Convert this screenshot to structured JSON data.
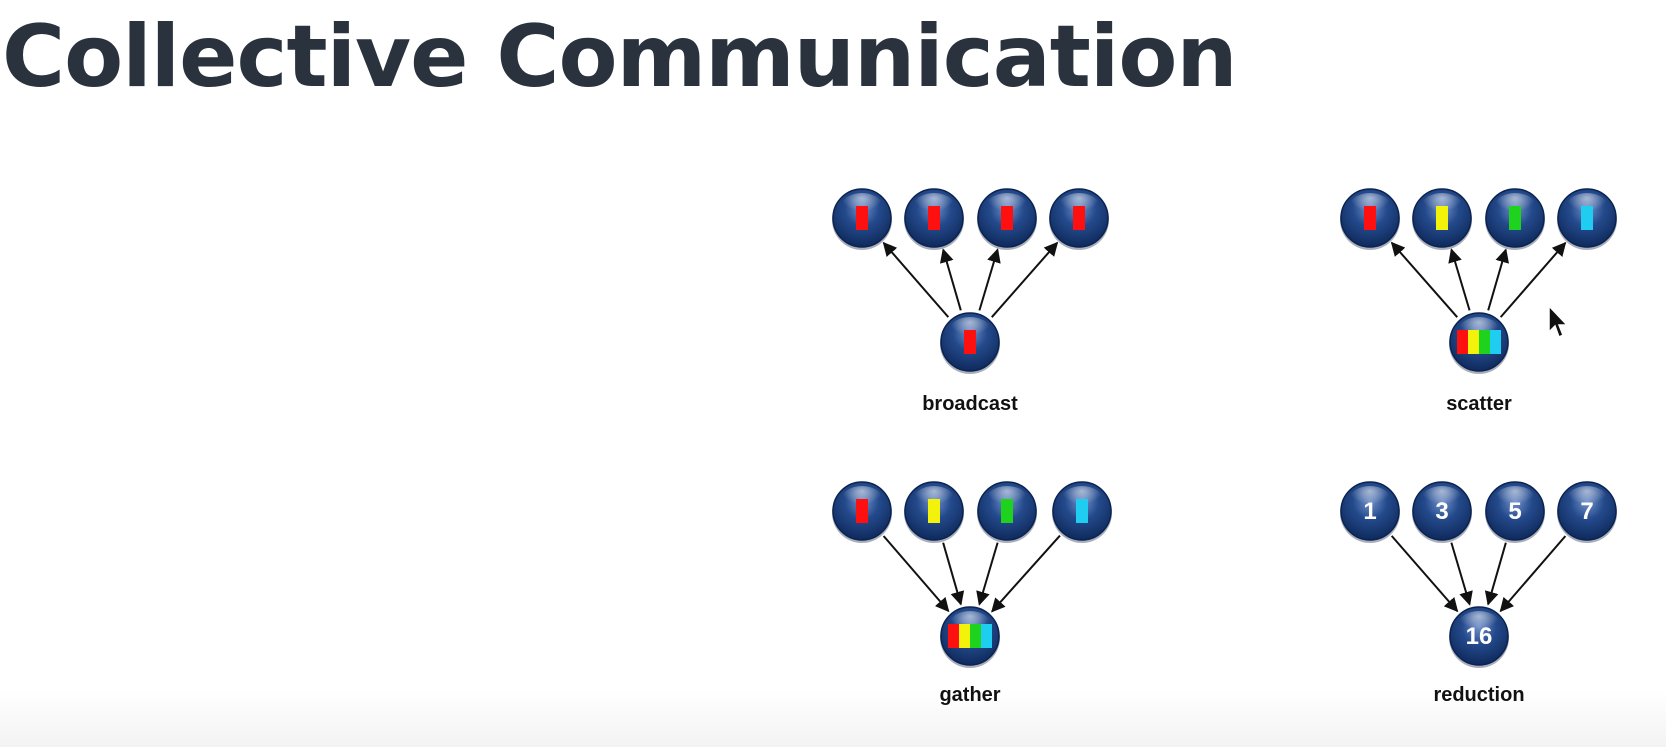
{
  "title": "Collective Communication",
  "colors": {
    "node_dark": "#0f2a5c",
    "node_light": "#6f8fc8",
    "arrow": "#111111",
    "red": "#ff1010",
    "yellow": "#f2f20a",
    "green": "#1ed21e",
    "cyan": "#1ecdf0"
  },
  "diagrams": [
    {
      "id": "broadcast",
      "label": "broadcast",
      "direction": "up",
      "top_nodes": [
        {
          "blocks": [
            "red"
          ]
        },
        {
          "blocks": [
            "red"
          ]
        },
        {
          "blocks": [
            "red"
          ]
        },
        {
          "blocks": [
            "red"
          ]
        }
      ],
      "center_node": {
        "blocks": [
          "red"
        ]
      }
    },
    {
      "id": "scatter",
      "label": "scatter",
      "direction": "up",
      "top_nodes": [
        {
          "blocks": [
            "red"
          ]
        },
        {
          "blocks": [
            "yellow"
          ]
        },
        {
          "blocks": [
            "green"
          ]
        },
        {
          "blocks": [
            "cyan"
          ]
        }
      ],
      "center_node": {
        "blocks": [
          "red",
          "yellow",
          "green",
          "cyan"
        ]
      }
    },
    {
      "id": "gather",
      "label": "gather",
      "direction": "down",
      "top_nodes": [
        {
          "blocks": [
            "red"
          ]
        },
        {
          "blocks": [
            "yellow"
          ]
        },
        {
          "blocks": [
            "green"
          ]
        },
        {
          "blocks": [
            "cyan"
          ]
        }
      ],
      "center_node": {
        "blocks": [
          "red",
          "yellow",
          "green",
          "cyan"
        ]
      }
    },
    {
      "id": "reduction",
      "label": "reduction",
      "direction": "down",
      "top_nodes": [
        {
          "text": "1"
        },
        {
          "text": "3"
        },
        {
          "text": "5"
        },
        {
          "text": "7"
        }
      ],
      "center_node": {
        "text": "16"
      }
    }
  ]
}
